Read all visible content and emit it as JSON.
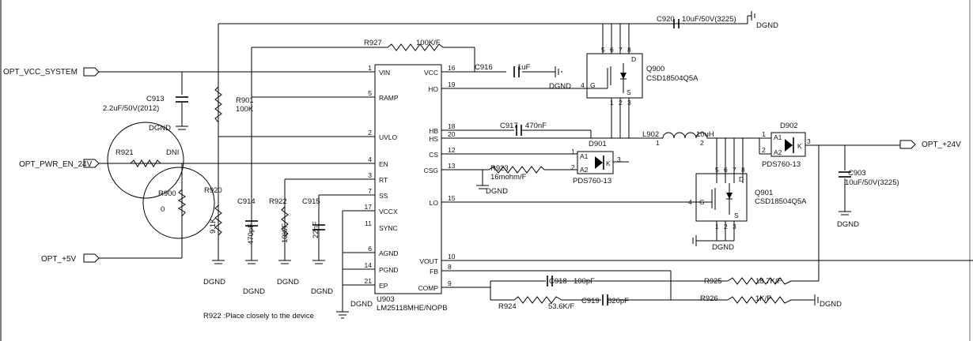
{
  "nets": {
    "vcc_system": "OPT_VCC_SYSTEM",
    "pwr_en": "OPT_PWR_EN_24V",
    "plus5": "OPT_+5V",
    "plus24": "OPT_+24V"
  },
  "ic": {
    "ref": "U903",
    "part": "LM25118MHE/NOPB",
    "left_pins": [
      {
        "num": "1",
        "name": "VIN"
      },
      {
        "num": "5",
        "name": "RAMP"
      },
      {
        "num": "2",
        "name": "UVLO"
      },
      {
        "num": "4",
        "name": "EN"
      },
      {
        "num": "3",
        "name": "RT"
      },
      {
        "num": "7",
        "name": "SS"
      },
      {
        "num": "17",
        "name": "VCCX"
      },
      {
        "num": "11",
        "name": "SYNC"
      },
      {
        "num": "6",
        "name": "AGND"
      },
      {
        "num": "14",
        "name": "PGND"
      },
      {
        "num": "21",
        "name": "EP"
      }
    ],
    "right_pins": [
      {
        "num": "16",
        "name": "VCC"
      },
      {
        "num": "19",
        "name": "HO"
      },
      {
        "num": "18",
        "name": "HB"
      },
      {
        "num": "20",
        "name": "HS"
      },
      {
        "num": "12",
        "name": "CS"
      },
      {
        "num": "13",
        "name": "CSG"
      },
      {
        "num": "15",
        "name": "LO"
      },
      {
        "num": "10",
        "name": "VOUT"
      },
      {
        "num": "8",
        "name": "FB"
      },
      {
        "num": "9",
        "name": "COMP"
      }
    ]
  },
  "parts": {
    "c920": {
      "ref": "C920",
      "value": "10uF/50V(3225)"
    },
    "r927": {
      "ref": "R927",
      "value": "100K/F"
    },
    "c916": {
      "ref": "C916",
      "value": "1uF"
    },
    "c913": {
      "ref": "C913",
      "value": "2.2uF/50V(2012)"
    },
    "r901": {
      "ref": "R901",
      "value": "100K"
    },
    "r921": {
      "ref": "R921",
      "value": "DNI"
    },
    "r900": {
      "ref": "R900",
      "value": "0"
    },
    "r920": {
      "ref": "R920",
      "value": "9.1K"
    },
    "c914": {
      "ref": "C914",
      "value": "470pF"
    },
    "r922": {
      "ref": "R922",
      "value": "10K/F"
    },
    "c915": {
      "ref": "C915",
      "value": "22nF"
    },
    "c917": {
      "ref": "C917",
      "value": "470nF"
    },
    "r923": {
      "ref": "R923",
      "value": "16mohm/F"
    },
    "d901": {
      "ref": "D901",
      "value": "PDS760-13"
    },
    "d902": {
      "ref": "D902",
      "value": "PDS760-13"
    },
    "q900": {
      "ref": "Q900",
      "value": "CSD18504Q5A"
    },
    "q901": {
      "ref": "Q901",
      "value": "CSD18504Q5A"
    },
    "l902": {
      "ref": "L902",
      "value": "10uH"
    },
    "c903": {
      "ref": "C903",
      "value": "10uF/50V(3225)"
    },
    "c918": {
      "ref": "C918",
      "value": "100pF"
    },
    "c919": {
      "ref": "C919",
      "value": "820pF"
    },
    "r924": {
      "ref": "R924",
      "value": "53.6K/F"
    },
    "r925": {
      "ref": "R925",
      "value": "18.7K/F"
    },
    "r926": {
      "ref": "R926",
      "value": "1K/F"
    }
  },
  "gnd": "DGND",
  "note": "R922 :Place closely to the device",
  "mosfet_pins": {
    "g": "G",
    "s": "S",
    "d": "D",
    "top": [
      "5",
      "6",
      "7",
      "8"
    ],
    "bot": [
      "1",
      "2",
      "3"
    ],
    "gate": "4"
  },
  "diode_pins": {
    "a1": "A1",
    "a2": "A2",
    "k": "K",
    "n1": "1",
    "n2": "2",
    "n3": "3"
  },
  "inductor_pins": {
    "p1": "1",
    "p2": "2"
  }
}
